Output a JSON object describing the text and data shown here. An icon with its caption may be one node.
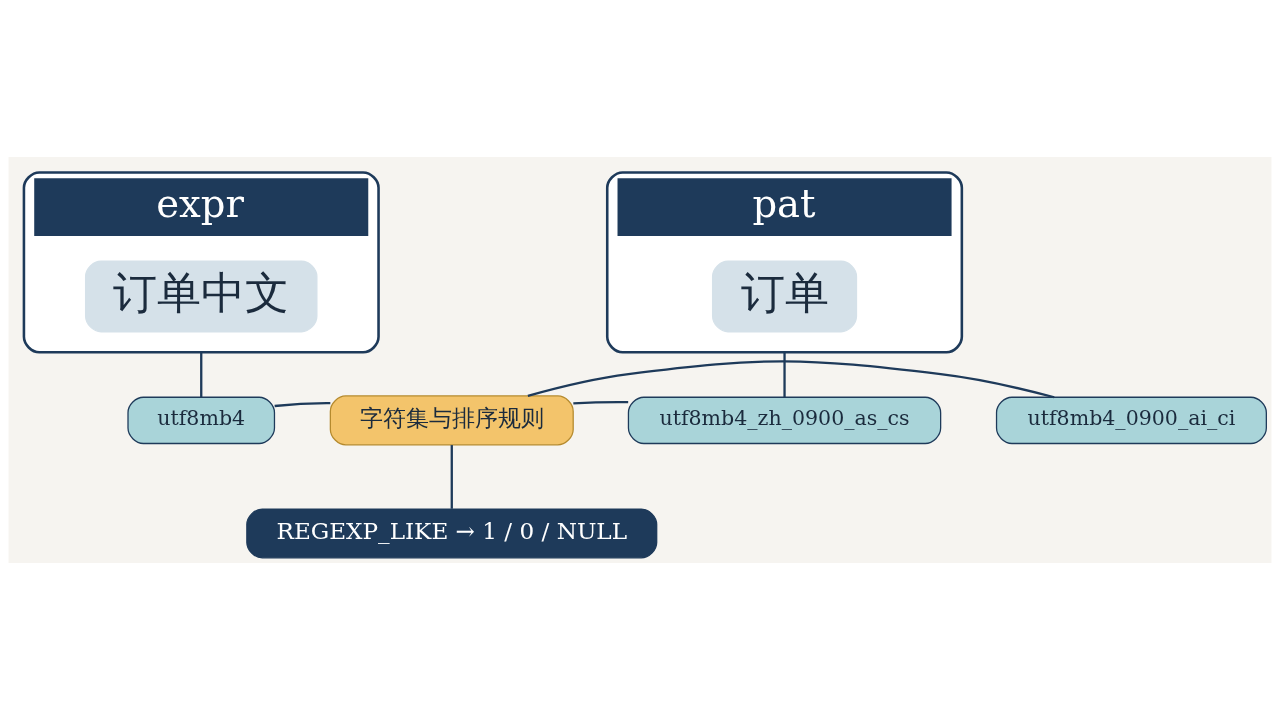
{
  "diagram": {
    "nodes": [
      {
        "text": [
          "expr"
        ]
      },
      {
        "text": [
          "订单中文"
        ],
        "in": 0
      },
      {
        "text": [
          "pat"
        ]
      },
      {
        "text": [
          "订单"
        ],
        "in": 2
      },
      {
        "text": [
          "utf8mb4"
        ]
      },
      {
        "text": [
          "字符集与排序规则"
        ]
      },
      {
        "text": [
          "utf8mb4_zh_0900_as_cs"
        ]
      },
      {
        "text": [
          "utf8mb4_0900_ai_ci"
        ]
      },
      {
        "text": [
          "REGEXP_LIKE → 1 / 0 / NULL"
        ]
      }
    ],
    "edges": [
      {
        "from": 0,
        "to": 4,
        "arrow": "none"
      },
      {
        "from": 4,
        "to": 5,
        "arrow": "none"
      },
      {
        "from": 2,
        "to": 6,
        "arrow": "none"
      },
      {
        "from": 5,
        "to": 6,
        "arrow": "none"
      },
      {
        "from": 5,
        "to": 7,
        "arrow": "none"
      },
      {
        "from": 5,
        "to": 8,
        "arrow": "none"
      }
    ]
  }
}
